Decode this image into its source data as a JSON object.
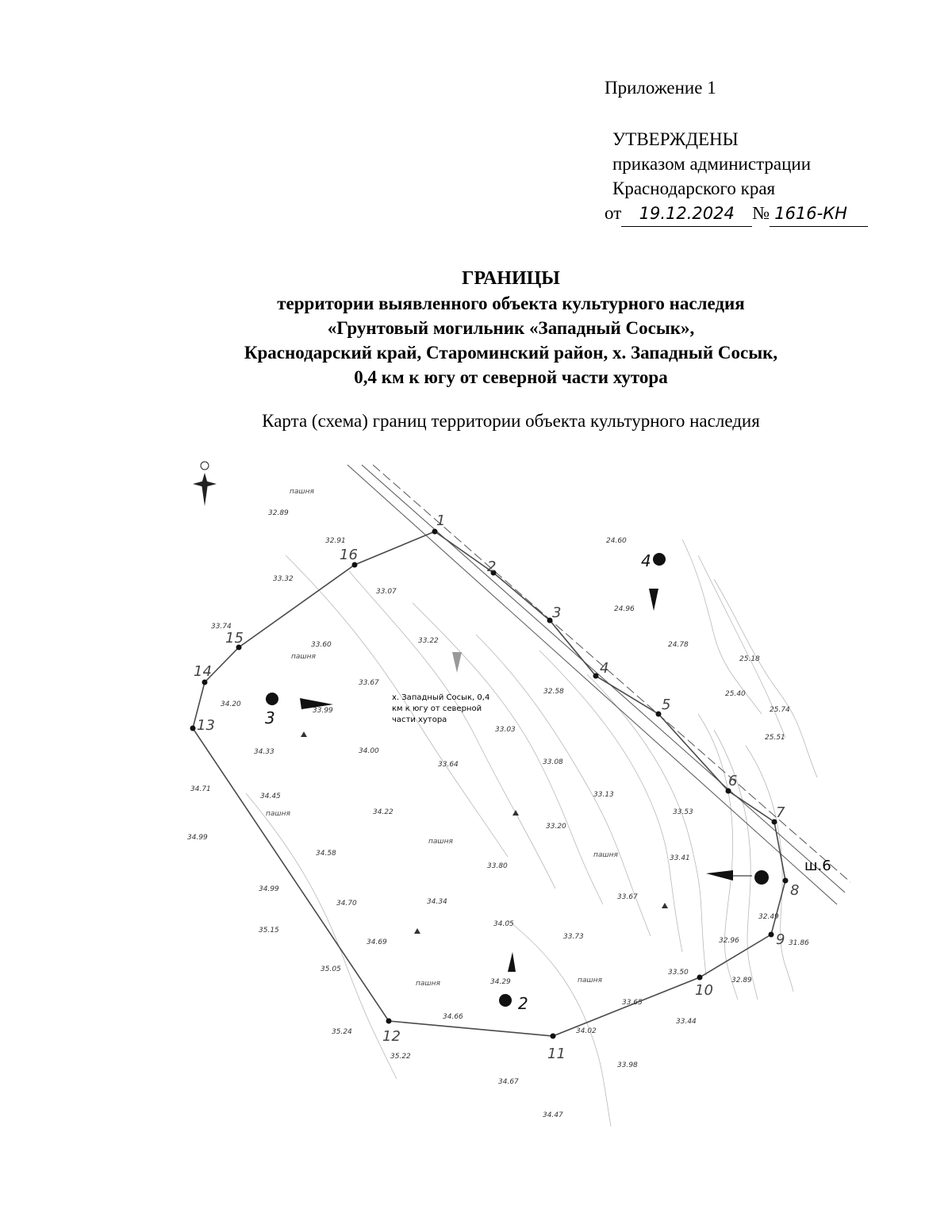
{
  "header": {
    "appendix": "Приложение 1",
    "approved_title": "УТВЕРЖДЕНЫ",
    "approved_line1": "приказом администрации",
    "approved_line2": "Краснодарского края",
    "date_prefix": "от",
    "date_value": "19.12.2024",
    "number_prefix": "№",
    "number_value": "1616-КН"
  },
  "title": {
    "main": "ГРАНИЦЫ",
    "line1": "территории выявленного объекта культурного наследия",
    "line2": "«Грунтовый могильник «Западный Сосык»,",
    "line3": "Краснодарский край, Староминский район, х. Западный Сосык,",
    "line4": "0,4 км к югу от северной части хутора"
  },
  "subtitle": "Карта (схема) границ территории объекта культурного наследия",
  "map": {
    "location_label": [
      "х. Западный Сосык, 0,4",
      "км к югу от северной",
      "части хутора"
    ],
    "shaft_label": "ш.6",
    "land_use_label": "пашня",
    "boundary_vertices": [
      "1",
      "2",
      "3",
      "4",
      "5",
      "6",
      "7",
      "8",
      "9",
      "10",
      "11",
      "12",
      "13",
      "14",
      "15",
      "16"
    ],
    "object_markers": [
      "2",
      "3",
      "4"
    ],
    "elevations": [
      "32.89",
      "32.91",
      "33.32",
      "33.07",
      "33.74",
      "33.60",
      "33.22",
      "33.67",
      "34.20",
      "33.99",
      "32.58",
      "33.03",
      "34.33",
      "34.00",
      "33.64",
      "33.08",
      "34.45",
      "34.71",
      "33.13",
      "34.22",
      "33.53",
      "34.99",
      "33.20",
      "34.58",
      "33.41",
      "33.80",
      "34.99",
      "34.70",
      "34.34",
      "33.67",
      "35.15",
      "34.05",
      "32.49",
      "33.73",
      "34.69",
      "31.86",
      "32.96",
      "35.05",
      "33.50",
      "32.89",
      "34.29",
      "33.65",
      "34.66",
      "33.44",
      "35.24",
      "34.02",
      "35.22",
      "33.98",
      "34.67",
      "34.47",
      "24.60",
      "24.96",
      "24.78",
      "25.18",
      "25.40",
      "25.51",
      "25.74"
    ]
  }
}
